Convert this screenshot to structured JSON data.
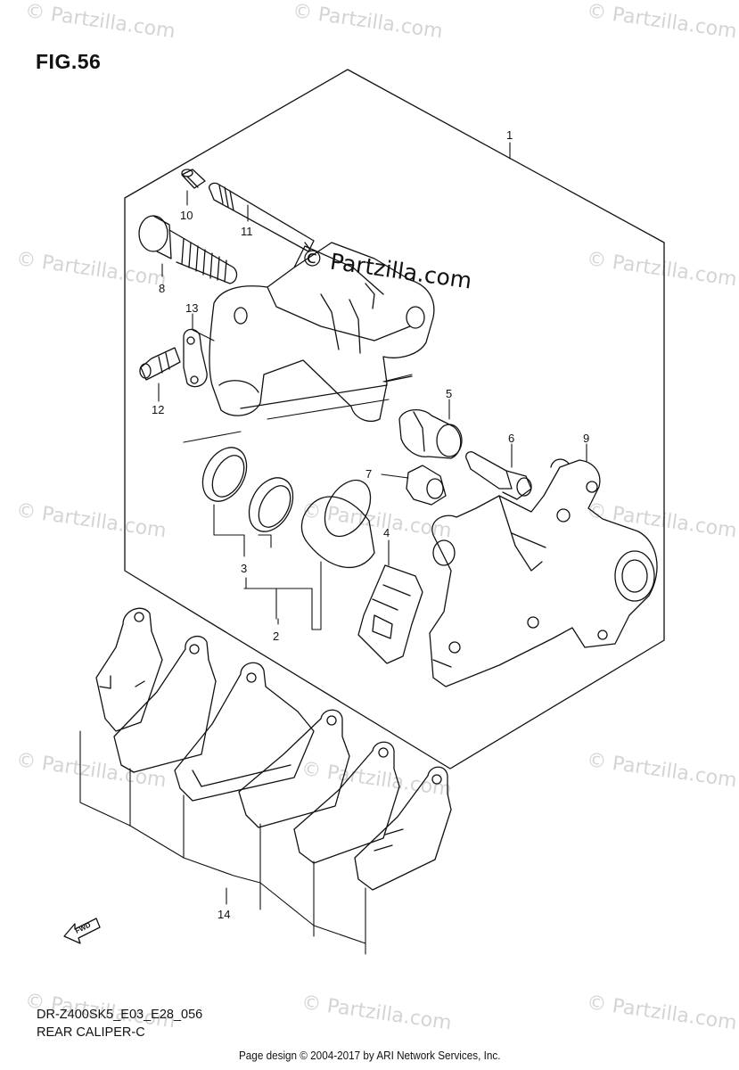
{
  "figure": {
    "title": "FIG.56",
    "model_code": "DR-Z400SK5_E03_E28_056",
    "caption": "REAR CALIPER-C"
  },
  "footer": "Page design © 2004-2017 by ARI Network Services, Inc.",
  "watermark": "© Partzilla.com",
  "fwd_label": "FWD",
  "callouts": {
    "c1": "1",
    "c2": "2",
    "c3": "3",
    "c4": "4",
    "c5": "5",
    "c6": "6",
    "c7": "7",
    "c8": "8",
    "c9": "9",
    "c10": "10",
    "c11": "11",
    "c12": "12",
    "c13": "13",
    "c14": "14"
  },
  "colors": {
    "line": "#111111",
    "watermark": "#d4d4d4"
  }
}
